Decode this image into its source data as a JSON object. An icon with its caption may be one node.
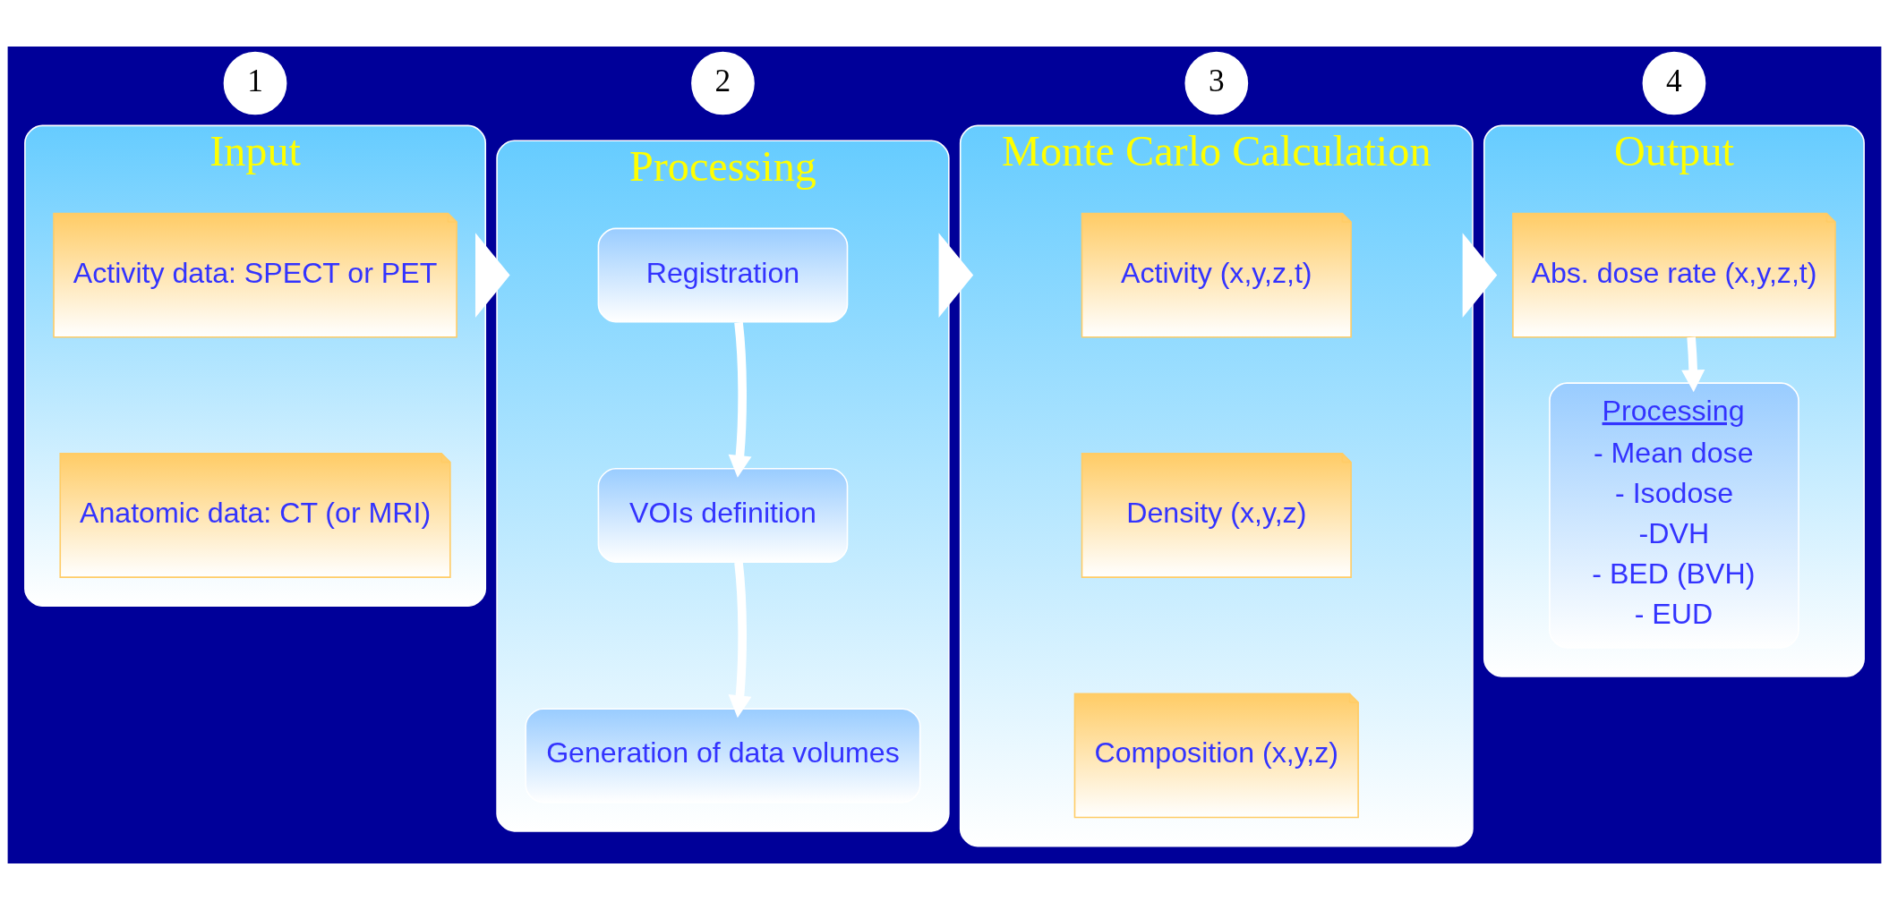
{
  "diagram": {
    "nodes": [
      {
        "text": [
          "1"
        ]
      },
      {
        "text": [
          "2"
        ]
      },
      {
        "text": [
          "3"
        ]
      },
      {
        "text": [
          "4"
        ]
      },
      {
        "text": [
          "Input"
        ]
      },
      {
        "text": [
          "Activity data: SPECT or PET"
        ],
        "in": 4
      },
      {
        "text": [
          "Anatomic data: CT (or MRI)"
        ],
        "in": 4
      },
      {
        "text": [
          "Processing"
        ]
      },
      {
        "text": [
          "Registration"
        ],
        "in": 7
      },
      {
        "text": [
          "VOIs definition"
        ],
        "in": 7
      },
      {
        "text": [
          "Generation of data volumes"
        ],
        "in": 7
      },
      {
        "text": [
          "Monte Carlo Calculation"
        ]
      },
      {
        "text": [
          "Activity (x,y,z,t)"
        ],
        "in": 11
      },
      {
        "text": [
          "Density (x,y,z)"
        ],
        "in": 11
      },
      {
        "text": [
          "Composition (x,y,z)"
        ],
        "in": 11
      },
      {
        "text": [
          "Output"
        ]
      },
      {
        "text": [
          "Abs. dose rate (x,y,z,t)"
        ],
        "in": 15
      },
      {
        "text": [
          "Processing",
          "- Mean dose",
          "- Isodose",
          "-DVH",
          "- BED (BVH)",
          "- EUD"
        ],
        "in": 15
      }
    ],
    "edges": [
      {
        "from": 4,
        "to": 7,
        "arrow": "to",
        "style": "thick"
      },
      {
        "from": 7,
        "to": 11,
        "arrow": "to",
        "style": "thick"
      },
      {
        "from": 11,
        "to": 15,
        "arrow": "to",
        "style": "thick"
      },
      {
        "from": 8,
        "to": 9,
        "arrow": "to"
      },
      {
        "from": 9,
        "to": 10,
        "arrow": "to"
      },
      {
        "from": 16,
        "to": 17,
        "arrow": "to"
      }
    ]
  }
}
